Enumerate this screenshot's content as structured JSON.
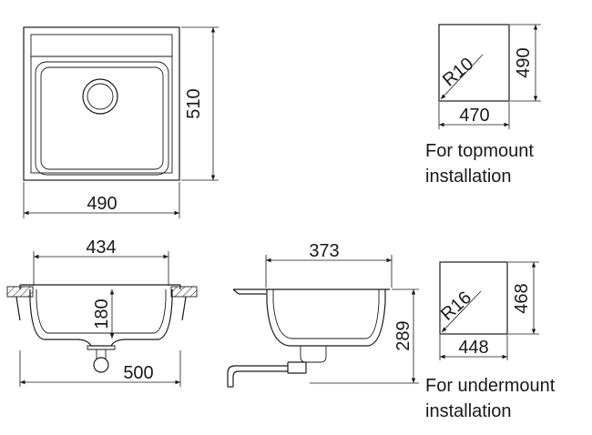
{
  "top_view": {
    "width_label": "490",
    "depth_label": "510"
  },
  "topmount_cutout": {
    "radius_label": "R10",
    "depth_label": "490",
    "width_label": "470",
    "caption_line1": "For topmount",
    "caption_line2": "installation"
  },
  "front_section": {
    "width_label": "434",
    "depth_label": "180",
    "overall_label": "500"
  },
  "side_section": {
    "width_label": "373",
    "height_label": "289"
  },
  "undermount_cutout": {
    "radius_label": "R16",
    "depth_label": "468",
    "width_label": "448",
    "caption_line1": "For undermount",
    "caption_line2": "installation"
  }
}
